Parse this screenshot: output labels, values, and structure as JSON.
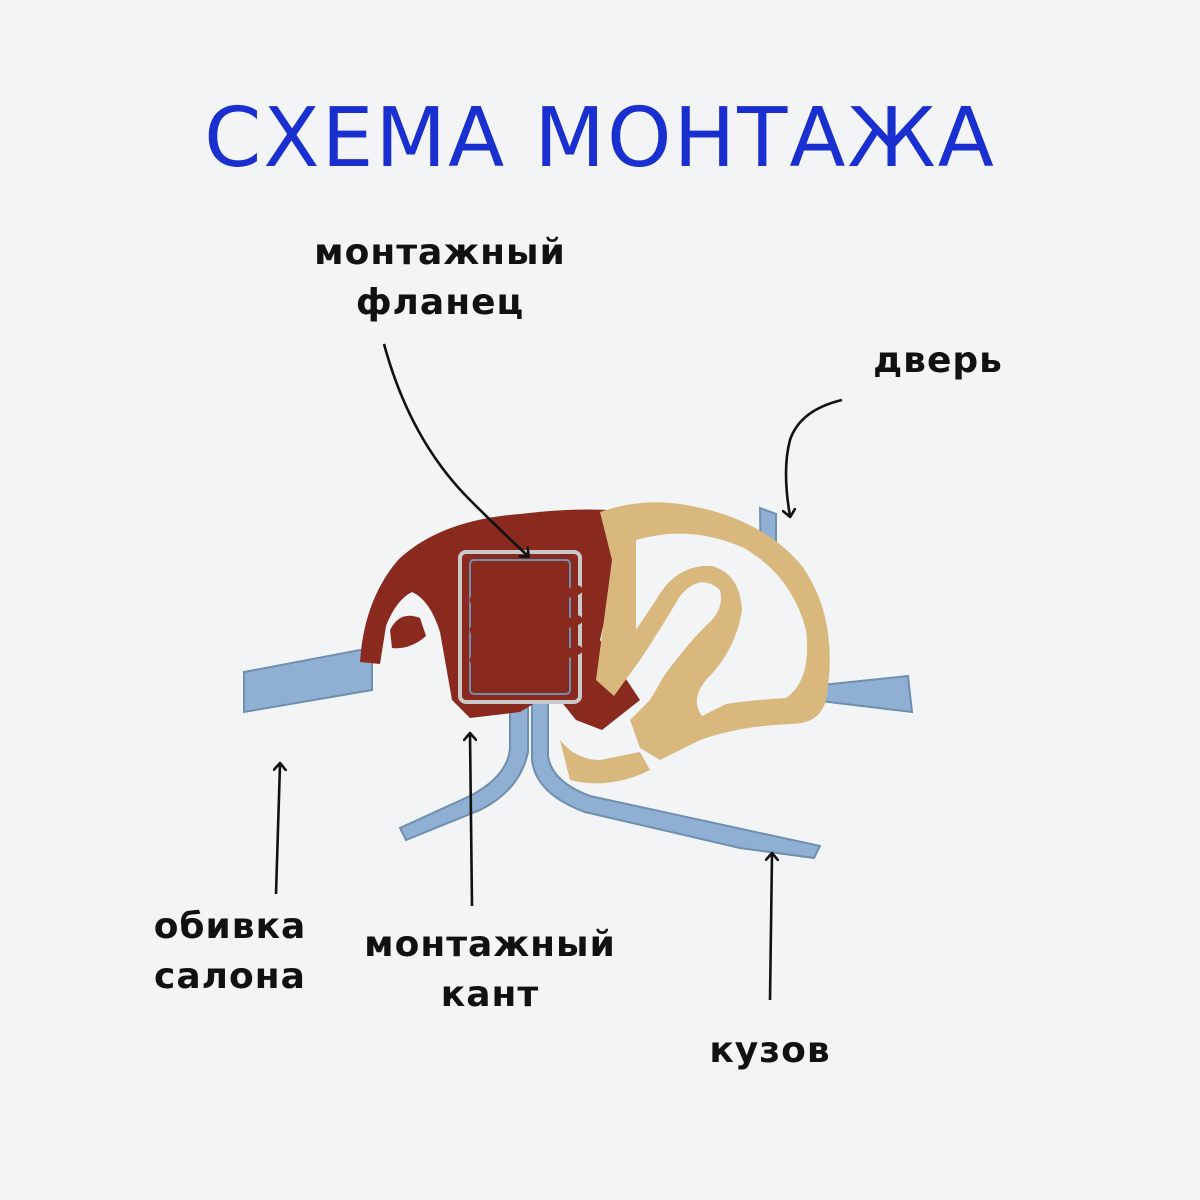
{
  "title": "СХЕМА МОНТАЖА",
  "labels": {
    "flange": [
      "монтажный",
      "фланец"
    ],
    "door": "дверь",
    "trim": [
      "обивка",
      "салона"
    ],
    "edge": [
      "монтажный",
      "кант"
    ],
    "body": "кузов"
  },
  "colors": {
    "title": "#1a2fd0",
    "text": "#111111",
    "background": "#f2f4f5",
    "metal": "#8fb0d2",
    "metal_outline": "#6f8fb0",
    "rubber_dark": "#8a2a1e",
    "rubber_light": "#d9b87e",
    "wire": "#c9c9c9"
  }
}
